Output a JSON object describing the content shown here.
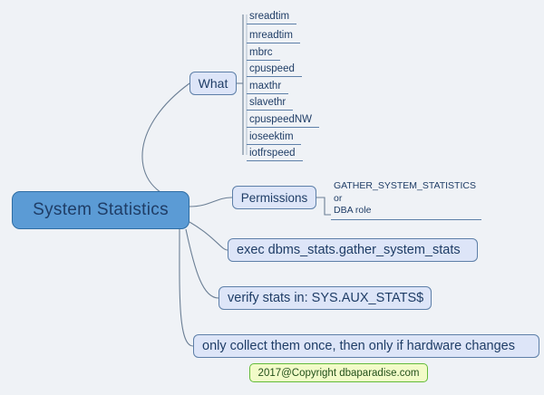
{
  "background_color": "#eff2f6",
  "root": {
    "label": "System Statistics",
    "fill": "#5b9bd5",
    "border": "#2e6da4"
  },
  "branches": {
    "what": {
      "label": "What",
      "children": [
        {
          "label": "sreadtim"
        },
        {
          "label": "mreadtim"
        },
        {
          "label": "mbrc"
        },
        {
          "label": "cpuspeed"
        },
        {
          "label": "maxthr"
        },
        {
          "label": "slavethr"
        },
        {
          "label": "cpuspeedNW"
        },
        {
          "label": "ioseektim"
        },
        {
          "label": "iotfrspeed"
        }
      ]
    },
    "permissions": {
      "label": "Permissions",
      "detail_lines": [
        "GATHER_SYSTEM_STATISTICS",
        "or",
        "DBA role"
      ]
    },
    "exec": {
      "label": "exec dbms_stats.gather_system_stats"
    },
    "verify": {
      "label": "verify stats in: SYS.AUX_STATS$"
    },
    "collect": {
      "label": "only collect them once, then only if hardware changes"
    }
  },
  "footer": {
    "label": "2017@Copyright dbaparadise.com",
    "fill": "#f2fbc8",
    "border": "#63bb3a",
    "text_color": "#23501a"
  }
}
